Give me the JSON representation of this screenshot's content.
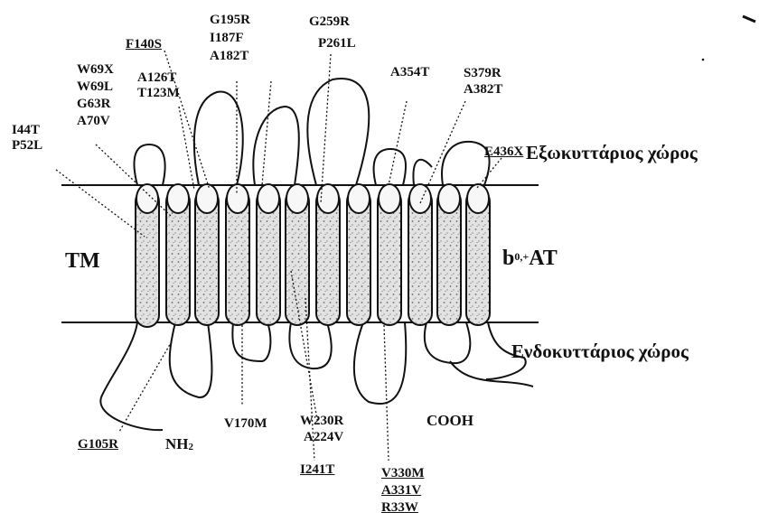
{
  "title": "",
  "regions": {
    "extracellular": "Εξωκυττάριος χώρος",
    "intracellular": "Ενδοκυττάριος χώρος",
    "membrane": "TM"
  },
  "protein": {
    "name": "b",
    "name_sup": "0,+",
    "name_suffix": "AT"
  },
  "termini": {
    "n": "NH",
    "n_sub": "2",
    "c": "COOH"
  },
  "mutations": {
    "g1": [
      "I44T",
      "P52L"
    ],
    "g2": [
      "W69X",
      "W69L",
      "G63R",
      "A70V"
    ],
    "g3": [
      "A126T",
      "T123M"
    ],
    "g4": [
      "F140S"
    ],
    "g5": [
      "G195R",
      "I187F",
      "A182T"
    ],
    "g6": [
      "G259R",
      "P261L"
    ],
    "g7": [
      "A354T"
    ],
    "g8": [
      "S379R",
      "A382T"
    ],
    "g9": [
      "E436X"
    ],
    "g10": [
      "G105R"
    ],
    "g11": [
      "V170M"
    ],
    "g12": [
      "W230R",
      "A224V"
    ],
    "g13": [
      "I241T"
    ],
    "g14": [
      "V330M",
      "A331V",
      "R33W"
    ]
  },
  "colors": {
    "ink": "#111111",
    "helix_fill": "#d8d8d8",
    "background": "#ffffff"
  }
}
